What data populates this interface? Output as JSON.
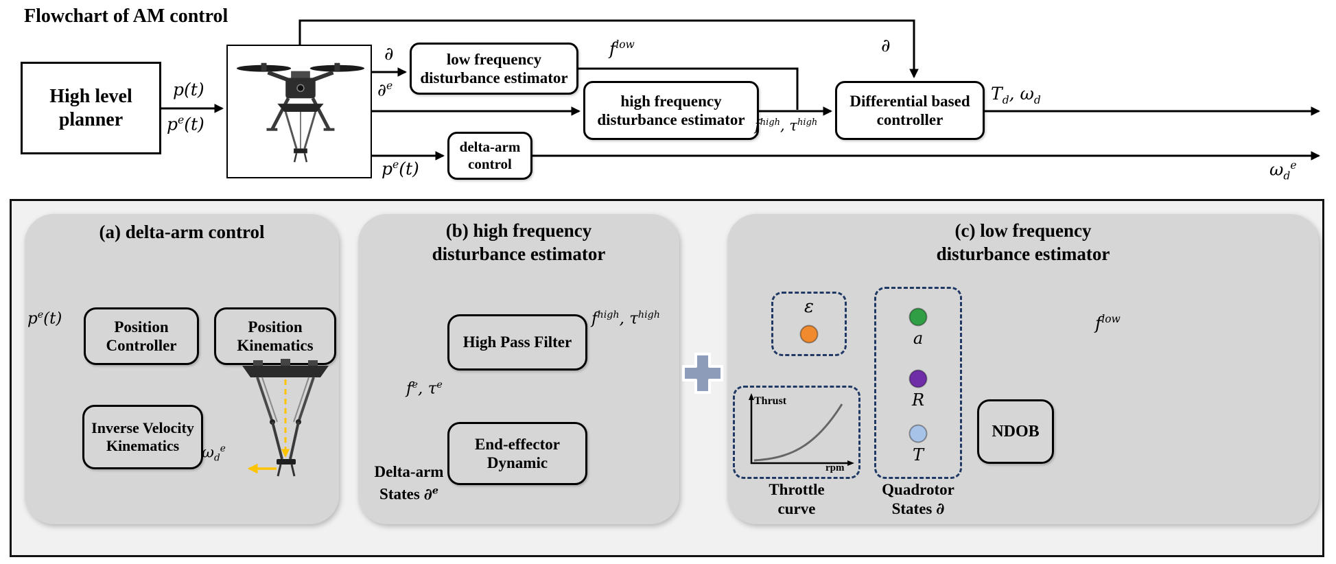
{
  "colors": {
    "orange": "#f08a2e",
    "green": "#2f9e44",
    "purple": "#6f2da8",
    "blue": "#a8c3e8",
    "plus": "#8d9cb8",
    "dashed_box": "#1f3864",
    "arrow_yellow": "#ffc400"
  },
  "math": {
    "p": "p",
    "t_paren": "(t)",
    "e": "e",
    "d": "d",
    "partial": "∂",
    "f": "f",
    "tau": "τ",
    "omega": "ω",
    "T_cap": "T",
    "low": "low",
    "high": "high",
    "comma": ", ",
    "epsilon": "ε",
    "a": "a",
    "R_cap": "R"
  },
  "header": {
    "title": "Flowchart of AM control"
  },
  "top": {
    "planner_l1": "High level",
    "planner_l2": "planner",
    "low_freq_l1": "low frequency",
    "low_freq_l2": "disturbance estimator",
    "high_freq_l1": "high frequency",
    "high_freq_l2": "disturbance estimator",
    "delta_ctl_l1": "delta-arm",
    "delta_ctl_l2": "control",
    "controller_l1": "Differential based",
    "controller_l2": "controller"
  },
  "panel_a": {
    "title": "(a) delta-arm control",
    "pos_ctrl_l1": "Position",
    "pos_ctrl_l2": "Controller",
    "pos_kin_l1": "Position",
    "pos_kin_l2": "Kinematics",
    "ivk_l1": "Inverse Velocity",
    "ivk_l2": "Kinematics"
  },
  "panel_b": {
    "title_l1": "(b) high frequency",
    "title_l2": "disturbance estimator",
    "hpf": "High Pass Filter",
    "ee_l1": "End-effector",
    "ee_l2": "Dynamic",
    "states_l1": "Delta-arm",
    "states_l2": "States"
  },
  "panel_c": {
    "title_l1": "(c) low frequency",
    "title_l2": "disturbance estimator",
    "thrust": "Thrust",
    "rpm": "rpm",
    "throttle_l1": "Throttle",
    "throttle_l2": "curve",
    "quad_l1": "Quadrotor",
    "quad_l2": "States",
    "ndob": "NDOB"
  }
}
